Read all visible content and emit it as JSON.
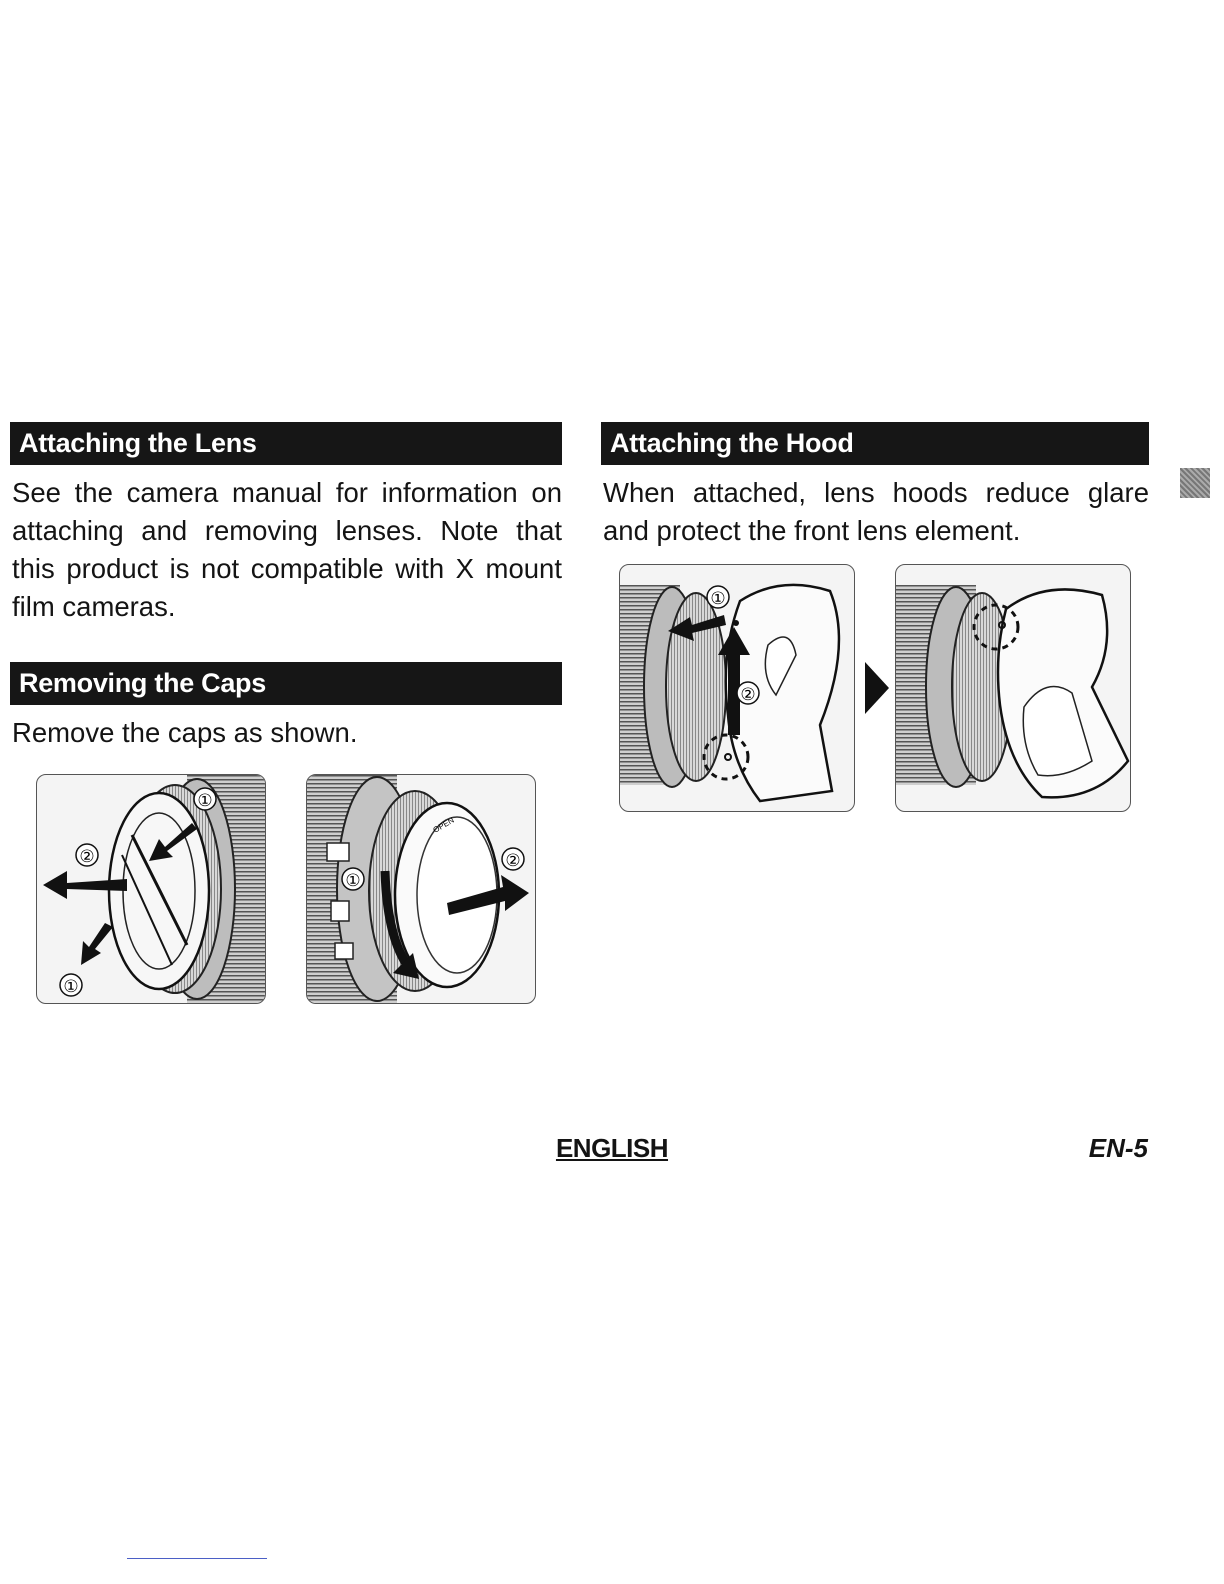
{
  "lens_section": {
    "title": "Attaching the Lens",
    "body": "See the camera manual for information on attaching and removing lenses. Note that this product is not compatible with X mount film cameras."
  },
  "caps_section": {
    "title": "Removing the Caps",
    "body": "Remove the caps as shown.",
    "fig_front_cap": {
      "label_1": "①",
      "label_2": "②"
    },
    "fig_rear_cap": {
      "label_1": "①",
      "label_2": "②",
      "cap_text": "OPEN"
    }
  },
  "hood_section": {
    "title": "Attaching the Hood",
    "body": "When attached, lens hoods reduce glare and protect the front lens element.",
    "fig_hood_align": {
      "label_1": "①",
      "label_2": "②"
    }
  },
  "footer": {
    "language": "ENGLISH",
    "page_number": "EN-5"
  }
}
